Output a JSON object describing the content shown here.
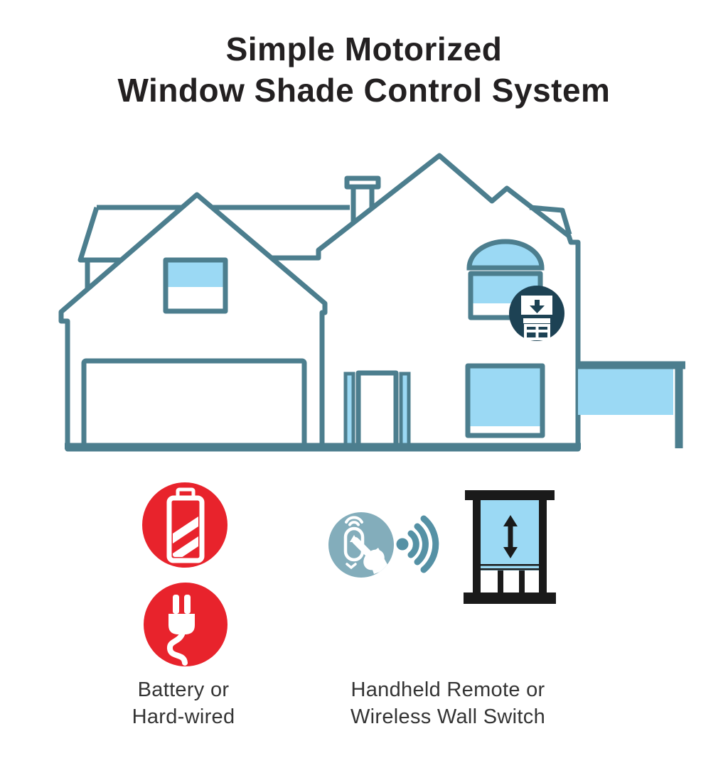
{
  "title": {
    "line1": "Simple Motorized",
    "line2": "Window Shade Control System"
  },
  "labels": {
    "power": {
      "line1": "Battery or",
      "line2": "Hard-wired"
    },
    "control": {
      "line1": "Handheld Remote or",
      "line2": "Wireless Wall Switch"
    }
  },
  "icons": {
    "house": "house-illustration",
    "badge": "motorized-shade-badge-icon",
    "battery": "battery-icon",
    "plug": "power-plug-icon",
    "remote": "remote-press-icon",
    "signal": "wireless-signal-icon",
    "shade_window": "window-shade-icon"
  },
  "colors": {
    "c-outline": "#4c7e8e",
    "c-window": "#9bd9f4",
    "c-badge": "#1d4254",
    "c-red": "#e8232c",
    "c-remote": "#83adbb",
    "c-signal": "#5591a5",
    "c-black": "#1a1a1a",
    "c-text-title": "#232021",
    "c-text-label": "#343434"
  }
}
